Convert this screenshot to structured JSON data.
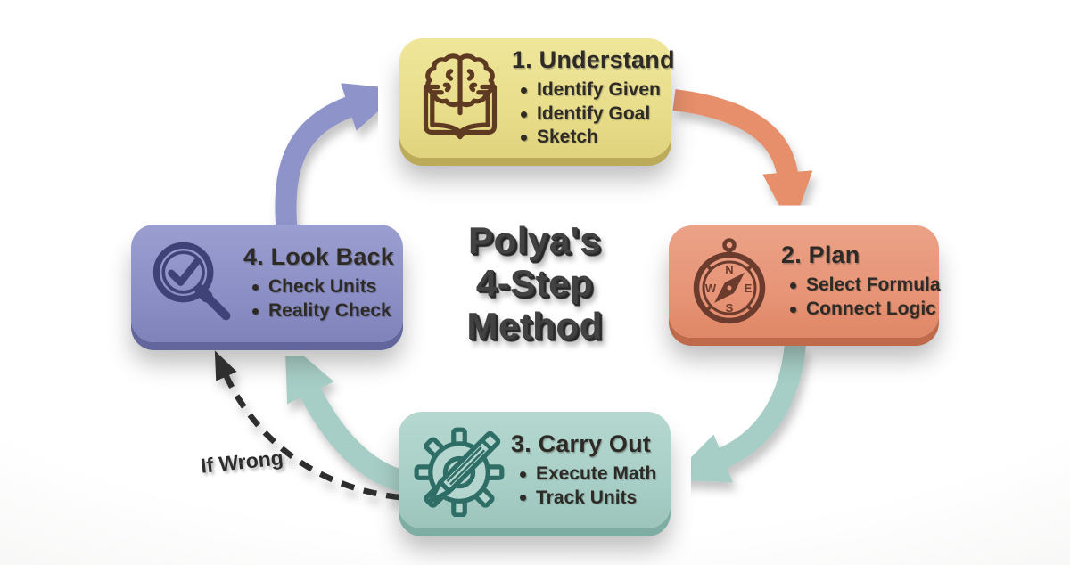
{
  "center_title": {
    "lines": [
      "Polya's",
      "4-Step",
      "Method"
    ]
  },
  "steps": [
    {
      "id": 1,
      "title": "1. Understand",
      "bullets": [
        "Identify Given",
        "Identify Goal",
        "Sketch"
      ],
      "icon": "book-brain-icon",
      "color": "#e8dd8a",
      "icon_color": "#5e3a22"
    },
    {
      "id": 2,
      "title": "2. Plan",
      "bullets": [
        "Select Formula",
        "Connect Logic"
      ],
      "icon": "compass-icon",
      "color": "#e79477",
      "icon_color": "#6b3b2d",
      "compass": {
        "n": "N",
        "e": "E",
        "s": "S",
        "w": "W"
      }
    },
    {
      "id": 3,
      "title": "3. Carry Out",
      "bullets": [
        "Execute Math",
        "Track Units"
      ],
      "icon": "gear-pencil-icon",
      "color": "#a8cfc7",
      "icon_color": "#2e6e66"
    },
    {
      "id": 4,
      "title": "4. Look Back",
      "bullets": [
        "Check Units",
        "Reality Check"
      ],
      "icon": "magnifier-check-icon",
      "color": "#8b8fc5",
      "icon_color": "#3e4277"
    }
  ],
  "feedback_label": "If Wrong",
  "flow": [
    {
      "from": "4. Look Back",
      "to": "1. Understand",
      "style": "solid",
      "color": "#8e93c9"
    },
    {
      "from": "1. Understand",
      "to": "2. Plan",
      "style": "solid",
      "color": "#e78e6b"
    },
    {
      "from": "2. Plan",
      "to": "3. Carry Out",
      "style": "solid",
      "color": "#a6cec6"
    },
    {
      "from": "3. Carry Out",
      "to": "4. Look Back",
      "style": "solid",
      "color": "#a6cec6"
    },
    {
      "from": "3. Carry Out",
      "to": "4. Look Back",
      "style": "dashed",
      "label": "If Wrong",
      "color": "#2e2e2e"
    }
  ],
  "colors": {
    "background": "#ffffff",
    "title_text": "#424242",
    "card_text": "#2e2b27",
    "arrow_purple": "#8e93c9",
    "arrow_orange": "#e78e6b",
    "arrow_teal": "#a6cec6",
    "arrow_dashed": "#2e2e2e"
  }
}
